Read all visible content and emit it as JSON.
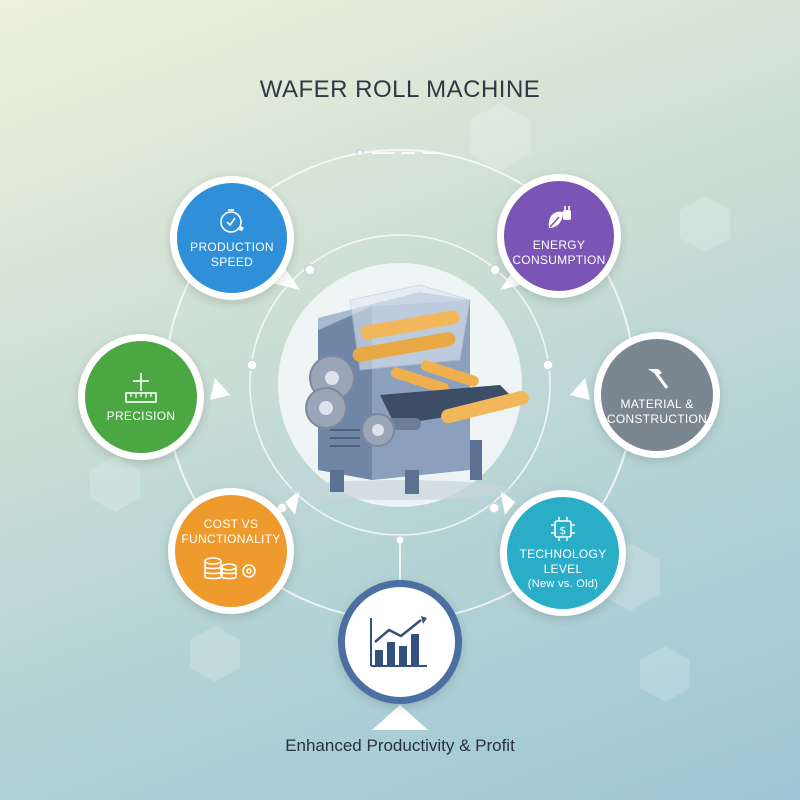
{
  "title": "WAFER ROLL MACHINE",
  "footer": "Enhanced Productivity & Profit",
  "nodes": {
    "production_speed": {
      "line1": "PRODUCTION",
      "line2": "SPEED",
      "color": "#2f8fd8",
      "icon": "stopwatch-icon"
    },
    "energy": {
      "line1": "ENERGY",
      "line2": "CONSUMPTION",
      "color": "#7b55b6",
      "icon": "leaf-plug-icon"
    },
    "precision": {
      "line1": "PRECISION",
      "color": "#4aa742",
      "icon": "ruler-icon"
    },
    "material": {
      "line1": "MATERIAL &",
      "line2": "CONSTRUCTION",
      "color": "#7b8790",
      "icon": "hammer-icon"
    },
    "cost": {
      "line1": "COST VS",
      "line2": "FUNCTIONALITY",
      "color": "#ee9a2c",
      "icon": "coins-gear-icon"
    },
    "technology": {
      "line1": "TECHNOLOGY",
      "line2": "LEVEL",
      "line3": "(New vs. Old)",
      "color": "#2aaec8",
      "icon": "chip-icon"
    },
    "productivity": {
      "color": "#ffffff",
      "icon": "growth-chart-icon"
    }
  }
}
